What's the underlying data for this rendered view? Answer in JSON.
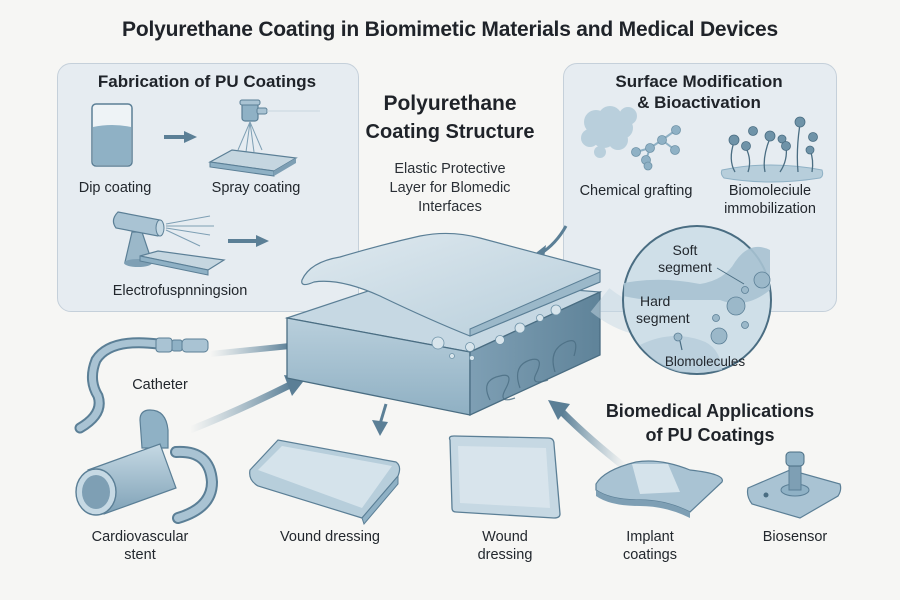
{
  "title": "Polyurethane Coating in Biomimetic Materials and Medical Devices",
  "fabrication": {
    "title": "Fabrication of PU Coatings",
    "methods": [
      {
        "label": "Dip coating",
        "icon": "beaker-icon"
      },
      {
        "label": "Spray coating",
        "icon": "spray-nozzle-icon"
      },
      {
        "label": "Electrofuspnningsion",
        "icon": "electrospinning-icon"
      }
    ]
  },
  "structure": {
    "title_line1": "Polyurethane",
    "title_line2": "Coating Structure",
    "subtitle_line1": "Elastic Protective",
    "subtitle_line2": "Layer for Blomedic",
    "subtitle_line3": "Interfaces",
    "magnifier": {
      "soft_line1": "Soft",
      "soft_line2": "segment",
      "hard_line1": "Hard",
      "hard_line2": "segment",
      "biomolecules": "Blomolecules"
    }
  },
  "surface": {
    "title_line1": "Surface Modification",
    "title_line2": "& Bioactivation",
    "items": [
      {
        "line1": "Chemical grafting",
        "line2": "",
        "icon": "molecule-cluster-icon"
      },
      {
        "line1": "Biomoleciule",
        "line2": "immobilization",
        "icon": "biomolecule-brush-icon"
      }
    ]
  },
  "applications": {
    "title_line1": "Biomedical Applications",
    "title_line2": "of PU Coatings",
    "items": [
      {
        "line1": "Catheter",
        "line2": "",
        "icon": "catheter-icon"
      },
      {
        "line1": "Cardiovascular",
        "line2": "stent",
        "icon": "stent-icon"
      },
      {
        "line1": "Vound dressing",
        "line2": "",
        "icon": "dressing-pad-icon"
      },
      {
        "line1": "Wound",
        "line2": "dressing",
        "icon": "wound-patch-icon"
      },
      {
        "line1": "Implant",
        "line2": "coatings",
        "icon": "implant-icon"
      },
      {
        "line1": "Biosensor",
        "line2": "",
        "icon": "biosensor-icon"
      }
    ]
  },
  "colors": {
    "background": "#f6f6f4",
    "panel": "#e6ecf1",
    "accent": "#5b7f96",
    "light_blue": "#a9c3d3",
    "text": "#1f2329"
  }
}
